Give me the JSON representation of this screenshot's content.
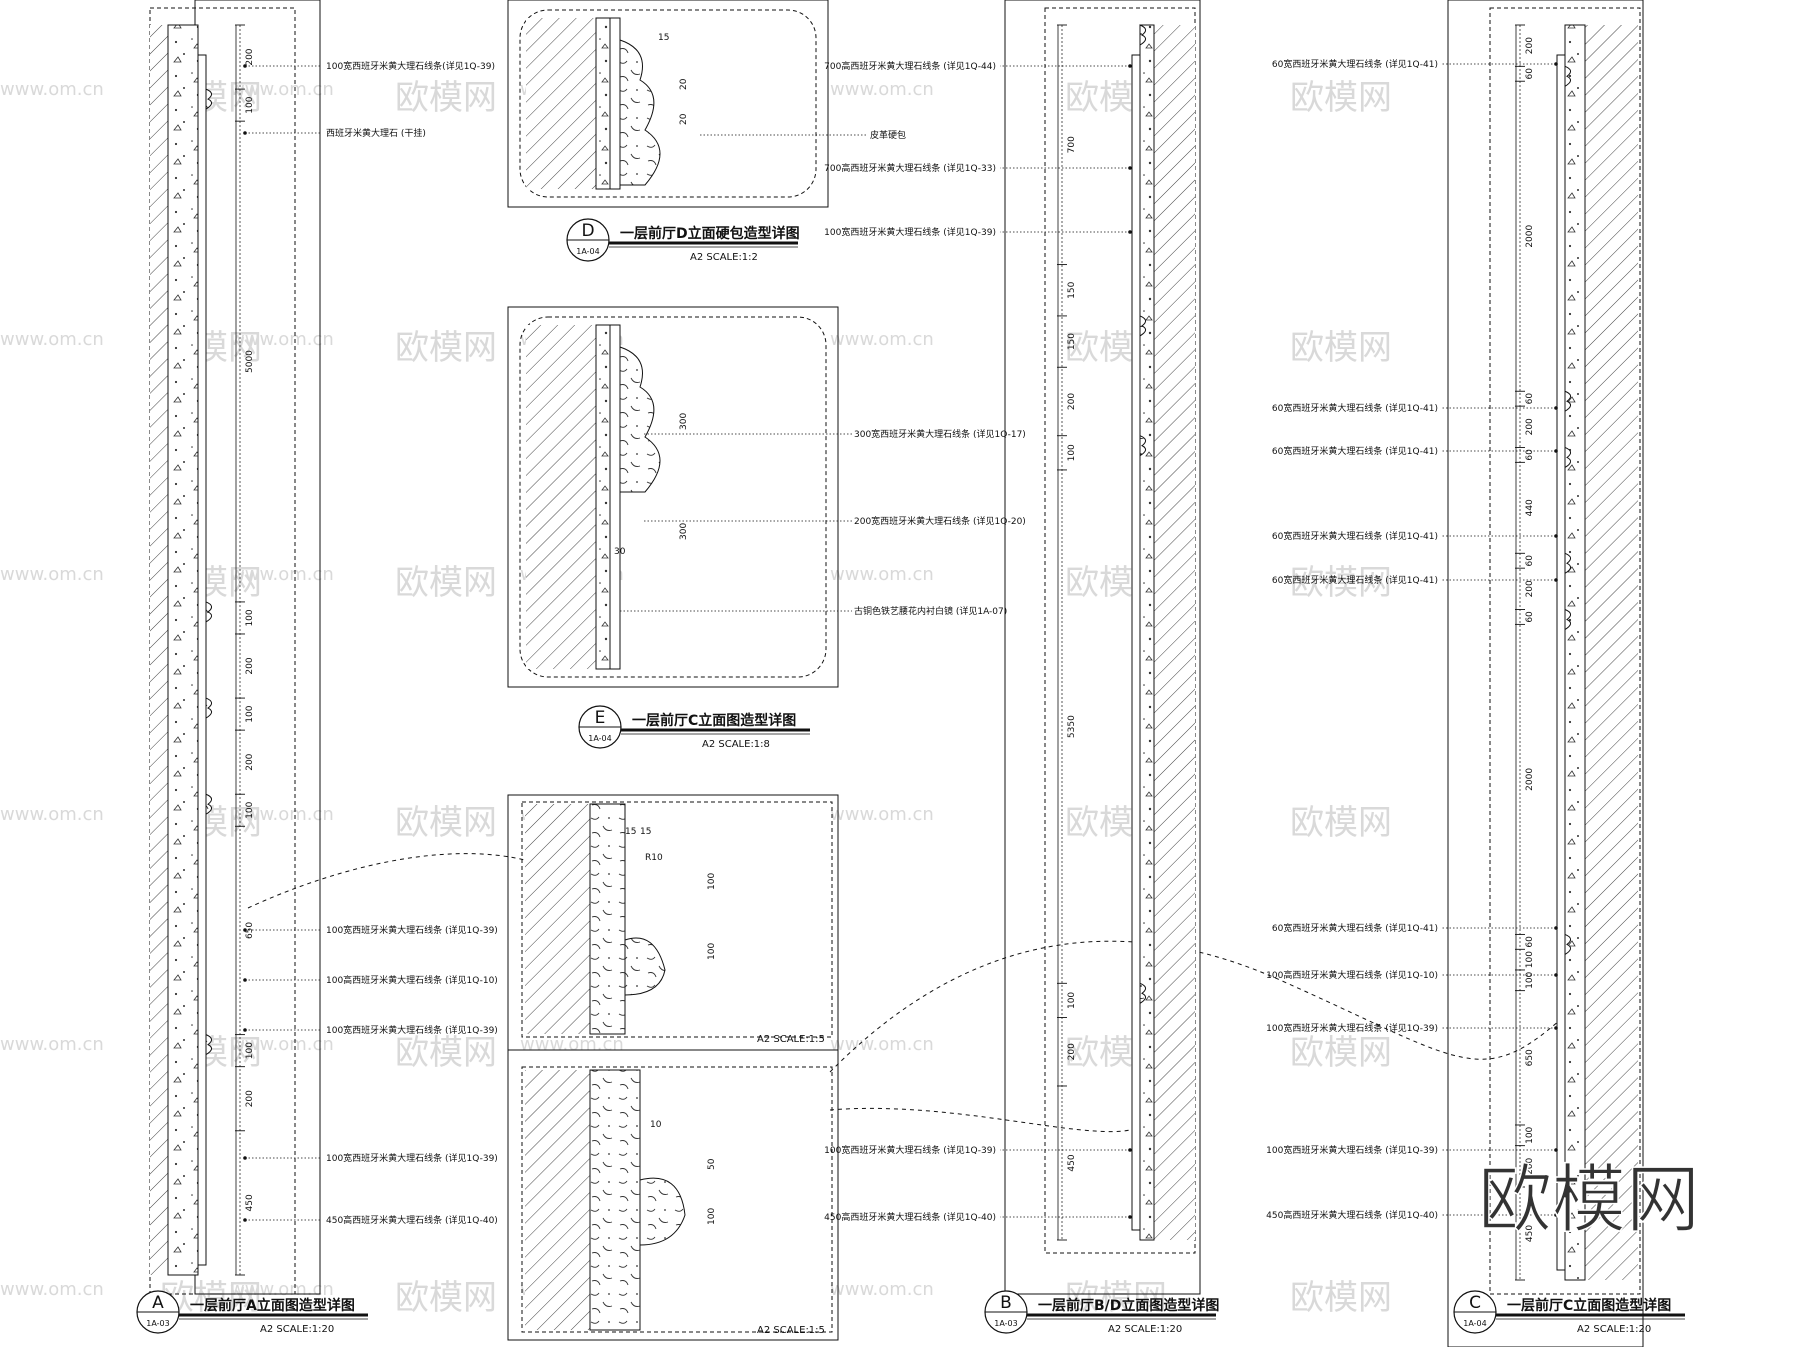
{
  "watermarks": {
    "site": "www.om.cn",
    "brand": "欧模网",
    "big_brand": "欧模网"
  },
  "details": {
    "A": {
      "letter": "A",
      "sheet": "1A-03",
      "title": "一层前厅A立面图造型详图",
      "scale": "A2 SCALE:1:20",
      "dims": [
        "200",
        "100",
        "5000",
        "100",
        "200",
        "100",
        "200",
        "100",
        "650",
        "100",
        "200",
        "450"
      ],
      "labels": [
        "100宽西班牙米黄大理石线条(详见1Q-39)",
        "西班牙米黄大理石 (干挂)",
        "100宽西班牙米黄大理石线条 (详见1Q-39)",
        "100高西班牙米黄大理石线条 (详见1Q-10)",
        "100宽西班牙米黄大理石线条 (详见1Q-39)",
        "100宽西班牙米黄大理石线条 (详见1Q-39)",
        "450高西班牙米黄大理石线条 (详见1Q-40)"
      ]
    },
    "D": {
      "letter": "D",
      "sheet": "1A-04",
      "title": "一层前厅D立面硬包造型详图",
      "scale": "A2 SCALE:1:2",
      "dims": [
        "15",
        "20",
        "20"
      ],
      "labels": [
        "皮革硬包"
      ]
    },
    "E": {
      "letter": "E",
      "sheet": "1A-04",
      "title": "一层前厅C立面图造型详图",
      "scale": "A2 SCALE:1:8",
      "dims": [
        "300",
        "300",
        "30"
      ],
      "labels": [
        "300宽西班牙米黄大理石线条 (详见1Q-17)",
        "200宽西班牙米黄大理石线条 (详见1Q-20)",
        "古铜色铁艺腰花内衬白镜 (详见1A-07)"
      ]
    },
    "F1": {
      "scale": "A2 SCALE:1:5",
      "dims": [
        "15",
        "15",
        "R10",
        "100",
        "100"
      ]
    },
    "F2": {
      "scale": "A2 SCALE:1:5",
      "dims": [
        "10",
        "50",
        "100"
      ]
    },
    "B": {
      "letter": "B",
      "sheet": "1A-03",
      "title": "一层前厅B/D立面图造型详图",
      "scale": "A2 SCALE:1:20",
      "dims": [
        "700",
        "150",
        "150",
        "200",
        "100",
        "5350",
        "100",
        "200",
        "450"
      ],
      "labels": [
        "700高西班牙米黄大理石线条 (详见1Q-44)",
        "700高西班牙米黄大理石线条 (详见1Q-33)",
        "100宽西班牙米黄大理石线条 (详见1Q-39)",
        "100宽西班牙米黄大理石线条 (详见1Q-39)",
        "450高西班牙米黄大理石线条 (详见1Q-40)"
      ]
    },
    "C": {
      "letter": "C",
      "sheet": "1A-04",
      "title": "一层前厅C立面图造型详图",
      "scale": "A2 SCALE:1:20",
      "dims": [
        "200",
        "60",
        "2000",
        "60",
        "200",
        "60",
        "440",
        "60",
        "200",
        "60",
        "2000",
        "60",
        "100",
        "100",
        "650",
        "100",
        "200",
        "450"
      ],
      "labels": [
        "60宽西班牙米黄大理石线条 (详见1Q-41)",
        "60宽西班牙米黄大理石线条 (详见1Q-41)",
        "60宽西班牙米黄大理石线条 (详见1Q-41)",
        "60宽西班牙米黄大理石线条 (详见1Q-41)",
        "60宽西班牙米黄大理石线条 (详见1Q-41)",
        "60宽西班牙米黄大理石线条 (详见1Q-41)",
        "100高西班牙米黄大理石线条 (详见1Q-10)",
        "100宽西班牙米黄大理石线条 (详见1Q-39)",
        "100宽西班牙米黄大理石线条 (详见1Q-39)",
        "450高西班牙米黄大理石线条 (详见1Q-40)"
      ]
    }
  }
}
